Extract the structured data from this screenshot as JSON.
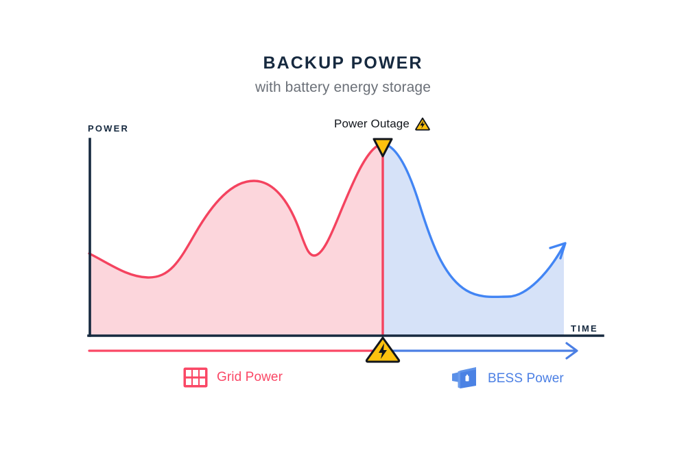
{
  "header": {
    "title": "BACKUP POWER",
    "subtitle": "with battery energy storage"
  },
  "axes": {
    "y_label": "POWER",
    "x_label": "TIME"
  },
  "annotations": {
    "outage_label": "Power Outage",
    "outage_warning_icon": "warning-lightning-icon",
    "outage_marker_icon": "down-triangle-marker-icon"
  },
  "legend": [
    {
      "id": "grid",
      "label": "Grid Power",
      "icon": "grid-squares-icon",
      "color": "#fa4765"
    },
    {
      "id": "bess",
      "label": "BESS Power",
      "icon": "battery-container-icon",
      "color": "#4b7fe4"
    }
  ],
  "colors": {
    "axis": "#16293f",
    "grid_stroke": "#f4435f",
    "grid_fill": "#fcd6dc",
    "bess_stroke": "#4285f4",
    "bess_fill": "#d6e2f8",
    "warning_fill": "#ffc20e",
    "warning_stroke": "#1a1a1a",
    "title": "#16293f",
    "subtitle": "#6b7078"
  },
  "chart_data": {
    "type": "area",
    "title": "BACKUP POWER",
    "subtitle": "with battery energy storage",
    "xlabel": "TIME",
    "ylabel": "POWER",
    "grid": false,
    "legend_position": "bottom",
    "axis_ranges": {
      "x": [
        0,
        100
      ],
      "y": [
        0,
        100
      ]
    },
    "event": {
      "name": "Power Outage",
      "x": 60,
      "y_at_event": 100
    },
    "series": [
      {
        "name": "Grid Power",
        "color": "#f4435f",
        "fill": "#fcd6dc",
        "x": [
          0,
          12,
          24,
          36,
          48,
          54,
          60
        ],
        "values": [
          42,
          30,
          27,
          58,
          78,
          41,
          49,
          100
        ],
        "points": [
          {
            "x": 0,
            "y": 42
          },
          {
            "x": 12,
            "y": 29
          },
          {
            "x": 24,
            "y": 45
          },
          {
            "x": 34,
            "y": 80
          },
          {
            "x": 46,
            "y": 41
          },
          {
            "x": 52,
            "y": 62
          },
          {
            "x": 60,
            "y": 100
          }
        ]
      },
      {
        "name": "BESS Power",
        "color": "#4285f4",
        "fill": "#d6e2f8",
        "x": [
          60,
          68,
          76,
          84,
          92,
          100
        ],
        "values": [
          100,
          62,
          30,
          20,
          28,
          46
        ],
        "points": [
          {
            "x": 60,
            "y": 100
          },
          {
            "x": 70,
            "y": 48
          },
          {
            "x": 80,
            "y": 22
          },
          {
            "x": 88,
            "y": 20
          },
          {
            "x": 100,
            "y": 47
          }
        ]
      }
    ],
    "timeline": {
      "grid_segment": {
        "from": 0,
        "to": 60,
        "color": "#fa4765"
      },
      "bess_segment": {
        "from": 60,
        "to": 100,
        "color": "#4b7fe4"
      },
      "marker_at": 60
    }
  }
}
